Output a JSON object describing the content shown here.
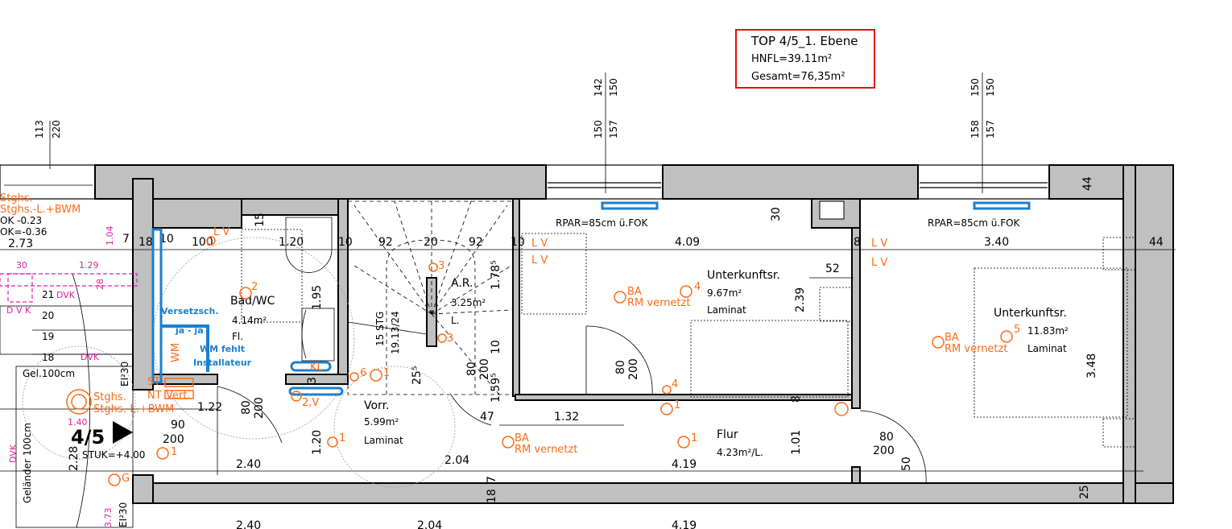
{
  "title_box": {
    "title": "TOP 4/5_1. Ebene",
    "hnfl": "HNFL=39.11m²",
    "gesamt": "Gesamt=76,35m²"
  },
  "unit": {
    "label": "4/5",
    "stuk": "STUK=+4.00"
  },
  "rooms": {
    "bad": {
      "name": "Bad/WC",
      "area": "4.14m²",
      "floor": "Fl."
    },
    "ar": {
      "name": "A.R.",
      "area": "3.25m²",
      "floor": "L."
    },
    "vorr": {
      "name": "Vorr.",
      "area": "5.99m²",
      "floor": "Laminat"
    },
    "flur": {
      "name": "Flur",
      "area": "4.23m²/L."
    },
    "unterkunft1": {
      "name": "Unterkunftsr.",
      "area": "9.67m²",
      "floor": "Laminat"
    },
    "unterkunft2": {
      "name": "Unterkunftsr.",
      "area": "11.83m²",
      "floor": "Laminat"
    }
  },
  "stairs": {
    "steps": "15 STG",
    "ratio": "19.13/24",
    "numbers": [
      "21",
      "20",
      "19",
      "18"
    ],
    "railing": "Geländer 100cm",
    "railing_top": "Gel.100cm"
  },
  "windows": [
    {
      "top": "113",
      "bottom": "220"
    },
    {
      "top": "142",
      "bottom": "150"
    },
    {
      "top": "150",
      "bottom": "157"
    },
    {
      "top": "150",
      "bottom": "150"
    },
    {
      "top": "158",
      "bottom": "157"
    }
  ],
  "rpar": [
    "RPAR=85cm ü.FOK",
    "RPAR=85cm ü.FOK"
  ],
  "dims": {
    "d273": "2.73",
    "d7": "7",
    "d18": "18",
    "d10a": "10",
    "d100": "100",
    "d120": "1.20",
    "d10b": "10",
    "d92a": "92",
    "d20": "20",
    "d92b": "92",
    "d10c": "10",
    "d409": "4.09",
    "d8a": "8",
    "d340": "3.40",
    "d44a": "44",
    "d44b": "44",
    "d15": "15",
    "d30": "30",
    "d52": "52",
    "d195": "1.95",
    "d178": "1.78⁵",
    "d239": "2.39",
    "d348": "3.48",
    "d3": "3",
    "d122": "1.22",
    "d90": "90",
    "d200a": "200",
    "d80a": "80",
    "d200b": "200",
    "d80b": "80",
    "d200c": "200",
    "d80c": "80",
    "d200d": "200",
    "d80d": "80",
    "d200e": "200",
    "d25": "25⁵",
    "d10d": "10",
    "d159": "1.59⁵",
    "d47": "47",
    "d132": "1.32",
    "d8b": "8",
    "d101": "1.01",
    "d50": "50",
    "d120b": "1.20",
    "d228": "2.28",
    "d240": "2.40",
    "d204": "2.04",
    "d419": "4.19",
    "d7b": "7",
    "d18b": "18",
    "d25b": "25",
    "d240b": "2.40",
    "d204b": "2.04",
    "d419b": "4.19",
    "el30a": "EI²30",
    "el30b": "EI²30",
    "ok1": "OK -0.23",
    "ok2": "OK=-0.36"
  },
  "electrical": {
    "stghs1": "Stghs.",
    "stghs2": "Stghs.-L.+BWM",
    "stghs3": "Stghs.",
    "stghs4": "Stghs.-L.+BWM",
    "lv": "L V",
    "lv2": "L V",
    "lv3": "L V",
    "lv4": "L V",
    "lv5": "L V",
    "v2": "2,V",
    "n2": "2",
    "n3": "3",
    "n3b": "3",
    "n6": "6",
    "n1a": "1",
    "n1b": "1",
    "n1c": "1",
    "n1d": "1",
    "n1e": "1",
    "n4": "4",
    "n5": "5",
    "n4b": "4",
    "g": "G",
    "ba": "BA",
    "rm": "RM  vernetzt",
    "ba2": "BA",
    "rm2": "RM  vernetzt",
    "ba3": "BA",
    "rm3": "RM  vernetzt",
    "kl": "KL",
    "wm": "WM",
    "st": "ST",
    "nt": "NT",
    "vert": "Vert."
  },
  "markup": {
    "dvk1": "DVK",
    "dvk2": "DVK",
    "dvk3": "D V K",
    "dvk4": "DVK",
    "m104": "1.04",
    "m30": "30",
    "m129": "1.29",
    "m140": "1.40",
    "m373": "3.73",
    "m28": "28"
  },
  "notes": {
    "versetz": "Versetzsch.",
    "versetz2": "ja - ja",
    "wm1": "WM fehlt",
    "wm2": "Installateur"
  },
  "colors": {
    "electrical": "#ff6a13",
    "plumbing": "#1a7fd0",
    "markup": "#e020a0",
    "title_border": "#e01010",
    "wall": "#c0c0c0"
  }
}
